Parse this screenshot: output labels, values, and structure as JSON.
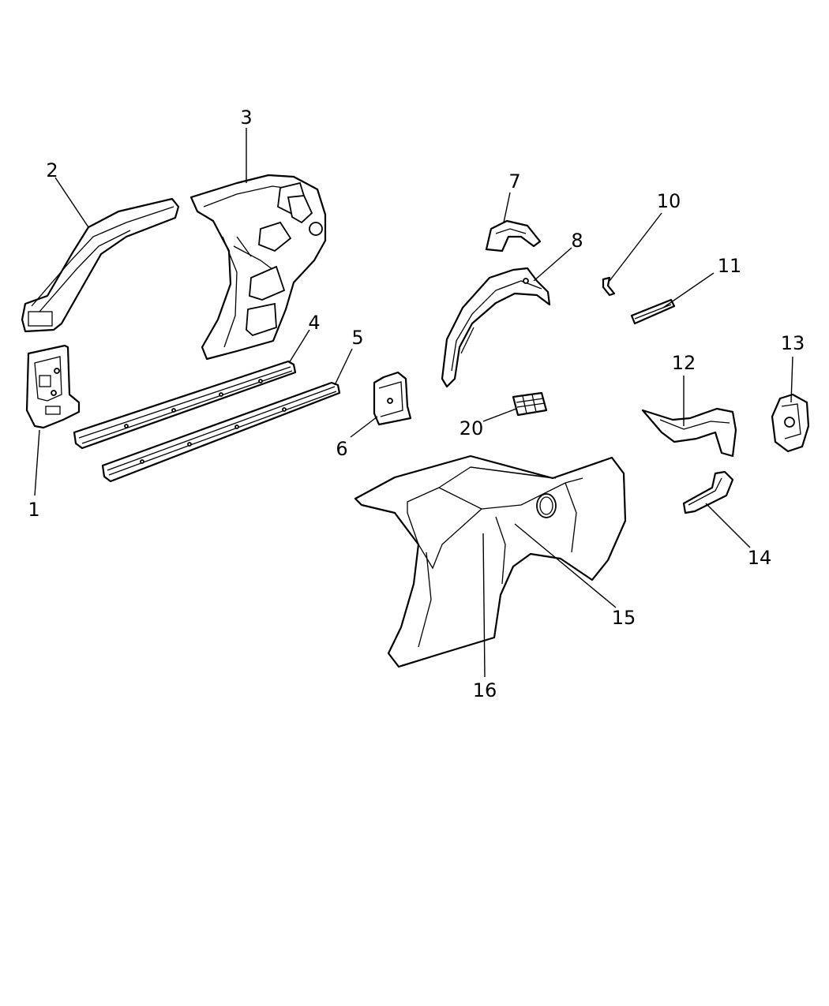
{
  "callouts": [
    {
      "id": "1",
      "label": "1"
    },
    {
      "id": "2",
      "label": "2"
    },
    {
      "id": "3",
      "label": "3"
    },
    {
      "id": "4",
      "label": "4"
    },
    {
      "id": "5",
      "label": "5"
    },
    {
      "id": "6",
      "label": "6"
    },
    {
      "id": "7",
      "label": "7"
    },
    {
      "id": "8",
      "label": "8"
    },
    {
      "id": "10",
      "label": "10"
    },
    {
      "id": "11",
      "label": "11"
    },
    {
      "id": "12",
      "label": "12"
    },
    {
      "id": "13",
      "label": "13"
    },
    {
      "id": "14",
      "label": "14"
    },
    {
      "id": "15",
      "label": "15"
    },
    {
      "id": "16",
      "label": "16"
    },
    {
      "id": "20",
      "label": "20"
    }
  ]
}
